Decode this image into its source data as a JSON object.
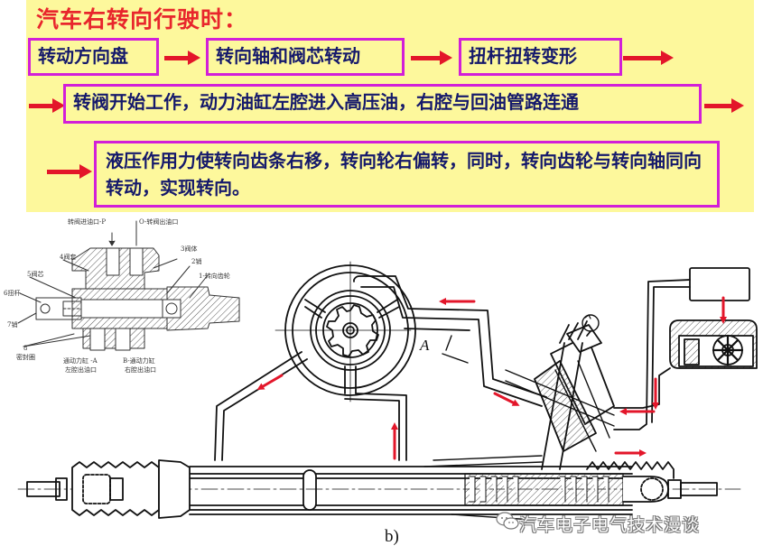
{
  "header": {
    "title": "汽车右转向行驶时："
  },
  "flow": {
    "steps": [
      {
        "label": "转动方向盘"
      },
      {
        "label": "转向轴和阀芯转动"
      },
      {
        "label": "扭杆扭转变形"
      },
      {
        "label": "转阀开始工作，动力油缸左腔进入高压油，右腔与回油管路连通"
      },
      {
        "label": "液压作用力使转向齿条右移，转向轮右偏转，同时，转向齿轮与转向轴同向转动，实现转向。"
      }
    ],
    "arrow_color": "#e3162a",
    "box_border_color": "#d21fd8",
    "text_color": "#15196b",
    "title_color": "#e8262c",
    "panel_color": "#fdf89c"
  },
  "inset": {
    "labels": {
      "inlet": "转阀进油口-P",
      "outlet": "O-转阀出油口",
      "valve_body": "3阀体",
      "valve_sleeve": "4阀套",
      "pin_2": "2销",
      "valve_core": "5阀芯",
      "pinion": "1-转向齿轮",
      "torsion_bar": "6扭杆",
      "pin_7": "7销",
      "seal_num": "8",
      "seal": "密封圈",
      "left_port_line1": "通动力缸  -A",
      "left_port_line2": "左腔出油口",
      "right_port_line1": "B-通动力缸",
      "right_port_line2": "右腔出油口"
    }
  },
  "diagram": {
    "section_label": "A",
    "figure_label": "b)"
  },
  "watermark": {
    "text": "汽车电子电气技术漫谈",
    "icon": "wechat-icon"
  }
}
